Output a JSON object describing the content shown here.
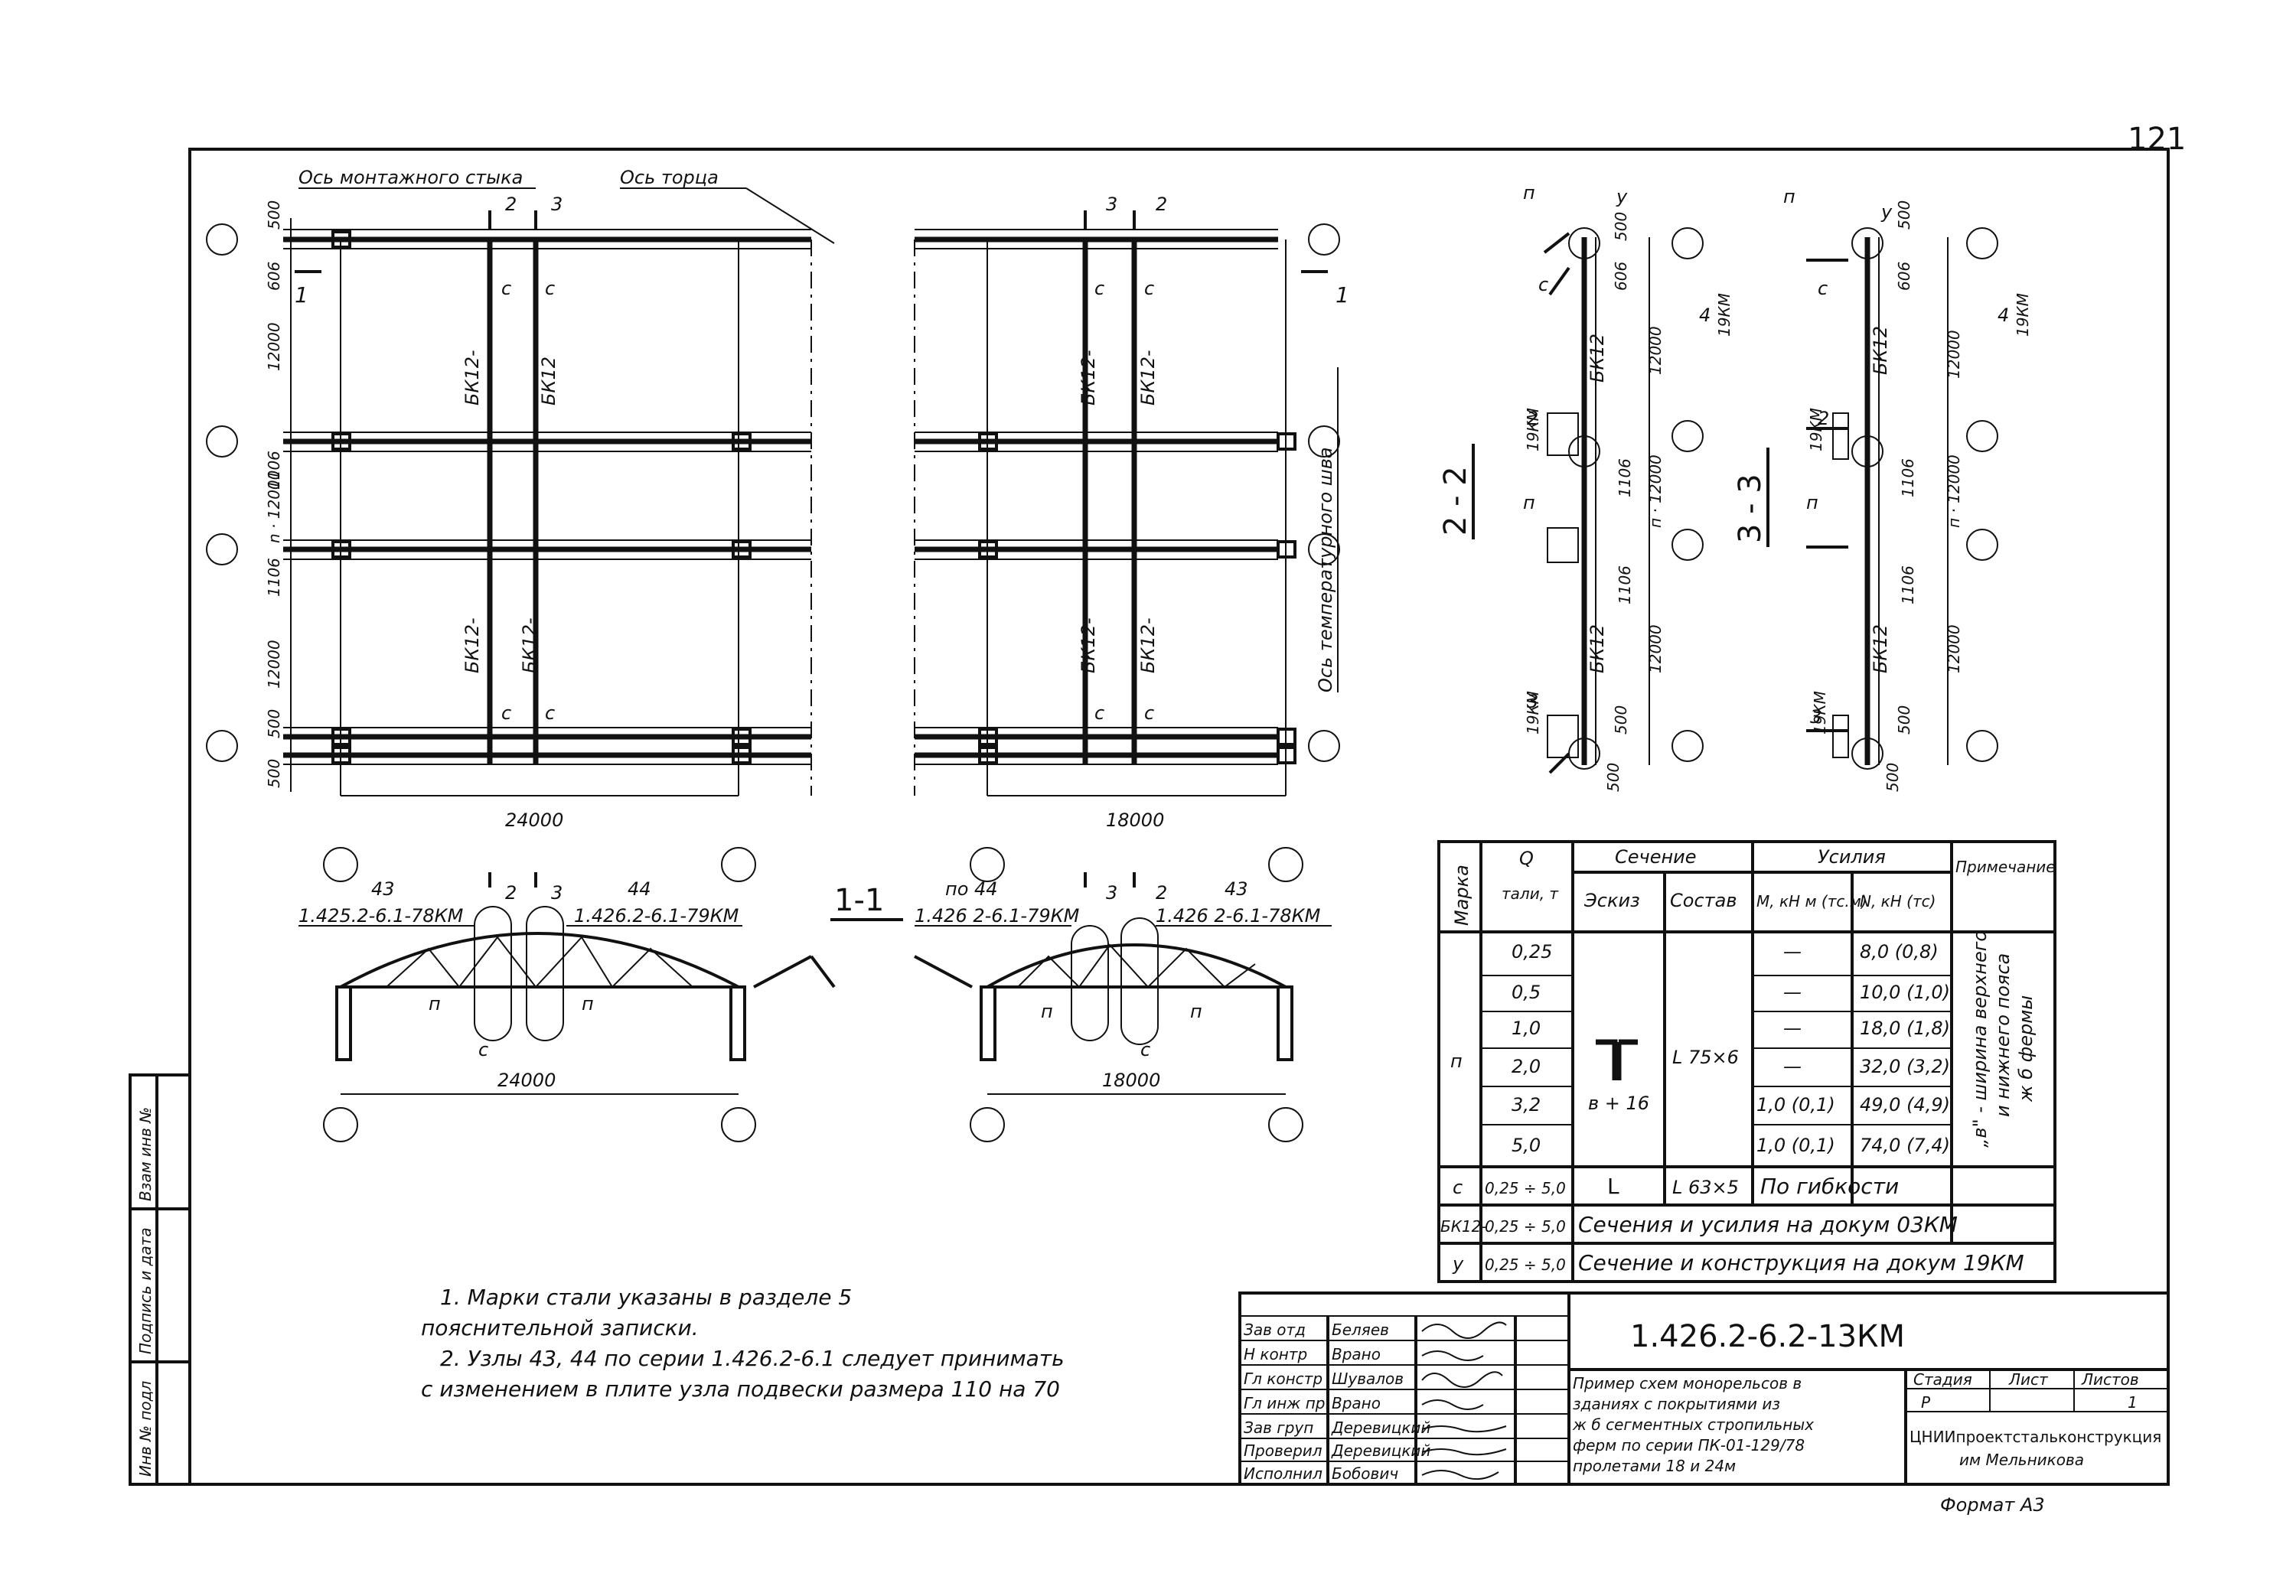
{
  "page_number": "121",
  "plan": {
    "axis_labels": {
      "mount_joint": "Ось монтажного стыка",
      "end": "Ось торца",
      "temp_joint": "Ось температурного шва"
    },
    "dims_left": [
      "500",
      "606",
      "12000",
      "1106",
      "n · 12000",
      "1106",
      "12000",
      "500",
      "500"
    ],
    "dims_bottom": [
      "24000",
      "18000"
    ],
    "beam_marks": [
      "БК12-",
      "БК12",
      "БК12-",
      "БК12-",
      "БК12-",
      "БК12-",
      "БК12-",
      "БК12-"
    ],
    "c_marks": [
      "с",
      "с",
      "с",
      "с",
      "с",
      "с",
      "с",
      "с"
    ],
    "section_marks": [
      "2",
      "3",
      "2",
      "3",
      "1",
      "1",
      "2",
      "3",
      "3",
      "2"
    ]
  },
  "section11": {
    "title": "1-1",
    "left_ref1": "43",
    "left_ref1_doc": "1.425.2-6.1-78КМ",
    "left_ref2": "44",
    "left_ref2_doc": "1.426.2-6.1-79КМ",
    "right_ref1": "по 44",
    "right_ref1_doc": "1.426 2-6.1-79КМ",
    "right_ref2": "43",
    "right_ref2_doc": "1.426 2-6.1-78КМ",
    "labels_left": [
      "п",
      "с",
      "п"
    ],
    "labels_right": [
      "п",
      "п",
      "с"
    ],
    "dim_left": "24000",
    "dim_right": "18000"
  },
  "section22": {
    "title": "2 - 2",
    "labels": [
      "п",
      "у",
      "500",
      "с",
      "606",
      "4",
      "19КМ",
      "БК12",
      "12000",
      "2",
      "19КМ",
      "1106",
      "п · 12000",
      "п",
      "1106",
      "БК12",
      "12000",
      "3",
      "19КМ",
      "500",
      "500"
    ]
  },
  "section33": {
    "title": "3 - 3",
    "labels": [
      "п",
      "у",
      "500",
      "с",
      "606",
      "4",
      "19КМ",
      "БК12",
      "12000",
      "2",
      "19КМ",
      "1106",
      "п · 12000",
      "п",
      "1106",
      "БК12",
      "12000",
      "3",
      "19КМ",
      "500",
      "500"
    ]
  },
  "table": {
    "headers": {
      "mark": "Марка",
      "q_top": "Q",
      "q_bottom": "тали, т",
      "section": "Сечение",
      "sketch": "Эскиз",
      "composition": "Состав",
      "forces": "Усилия",
      "m": "М, кН м (тс.м)",
      "n": "N, кН (тс)",
      "note": "Примечание"
    },
    "p_mark": "п",
    "p_rows": [
      {
        "q": "0,25",
        "m": "—",
        "n": "8,0 (0,8)"
      },
      {
        "q": "0,5",
        "m": "—",
        "n": "10,0 (1,0)"
      },
      {
        "q": "1,0",
        "m": "—",
        "n": "18,0 (1,8)"
      },
      {
        "q": "2,0",
        "m": "—",
        "n": "32,0 (3,2)"
      },
      {
        "q": "3,2",
        "m": "1,0 (0,1)",
        "n": "49,0 (4,9)"
      },
      {
        "q": "5,0",
        "m": "1,0 (0,1)",
        "n": "74,0 (7,4)"
      }
    ],
    "p_sketch_note": "в + 16",
    "p_composition": "L 75×6",
    "p_note_lines": [
      "„в\" - ширина верхнего",
      "и нижнего пояса",
      "ж б фермы"
    ],
    "c_row": {
      "mark": "с",
      "q": "0,25 ÷ 5,0",
      "sketch": "L",
      "composition": "L 63×5",
      "text": "По гибкости"
    },
    "bk_row": {
      "mark": "БК12-",
      "q": "0,25 ÷ 5,0",
      "text": "Сечения и усилия на докум 03КМ"
    },
    "y_row": {
      "mark": "у",
      "q": "0,25 ÷ 5,0",
      "text": "Сечение и конструкция на докум 19КМ"
    }
  },
  "notes": [
    "1. Марки стали указаны в разделе 5",
    "пояснительной записки.",
    "2. Узлы 43, 44 по серии 1.426.2-6.1 следует принимать",
    "с изменением в плите узла подвески размера 110 на 70"
  ],
  "side_stamp": [
    "Инв № подл",
    "Подпись и дата",
    "Взам инв №"
  ],
  "title_block": {
    "code": "1.426.2-6.2-13КМ",
    "roles": [
      "Зав отд",
      "Н контр",
      "Гл констр",
      "Гл инж пр.",
      "Зав груп",
      "Проверил",
      "Исполнил"
    ],
    "names": [
      "Беляев",
      "Врано",
      "Шувалов",
      "Врано",
      "Деревицкий",
      "Деревицкий",
      "Бобович"
    ],
    "description": [
      "Пример схем монорельсов в",
      "зданиях с покрытиями из",
      "ж б сегментных стропильных",
      "ферм по серии ПК-01-129/78",
      "пролетами 18 и 24м"
    ],
    "stage_label": "Стадия",
    "sheet_label": "Лист",
    "sheets_label": "Листов",
    "stage": "Р",
    "sheets": "1",
    "org_line1": "ЦНИИпроектстальконструкция",
    "org_line2": "им Мельникова",
    "format": "Формат А3"
  }
}
